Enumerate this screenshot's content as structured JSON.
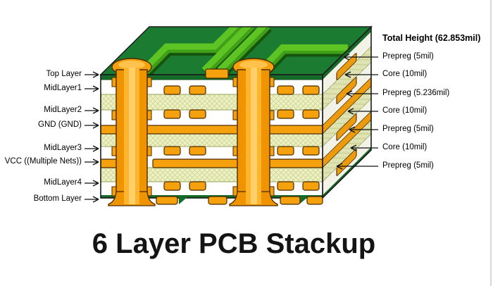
{
  "diagram_title": "6 Layer PCB Stackup",
  "stackup": {
    "total_height_label": "Total Height (62.853mil)",
    "copper_layers": [
      "Top Layer",
      "MidLayer1",
      "MidLayer2",
      "GND (GND)",
      "MidLayer3",
      "VCC ((Multiple Nets))",
      "MidLayer4",
      "Bottom Layer"
    ],
    "dielectric_layers": [
      "Prepreg (5mil)",
      "Core (10mil)",
      "Prepreg (5.236mil)",
      "Core (10mil)",
      "Prepreg (5mil)",
      "Core (10mil)",
      "Prepreg (5mil)"
    ]
  },
  "colors": {
    "soldermask_green": "#1b7c31",
    "trace_green": "#5dc424",
    "copper_orange": "#f5a00d",
    "core_cream": "#eef0c6",
    "background": "#ffffff"
  }
}
